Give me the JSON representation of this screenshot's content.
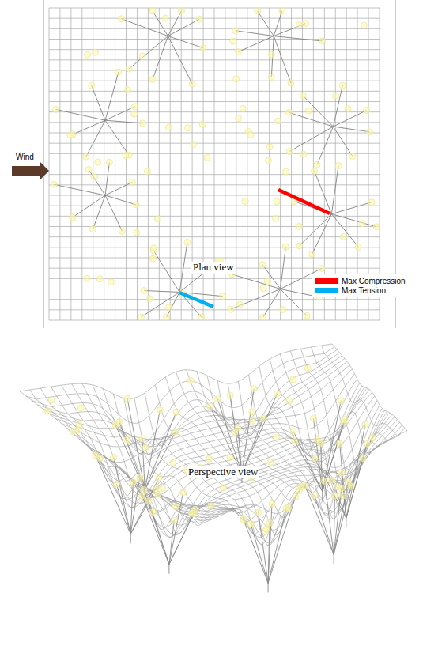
{
  "diagram": {
    "labels": [
      "Wind",
      "Plan view",
      "Perspective view"
    ],
    "legend": [
      {
        "text": "Max Compression",
        "color": "#ff0000"
      },
      {
        "text": "Max Tension",
        "color": "#00b0f0"
      }
    ]
  }
}
